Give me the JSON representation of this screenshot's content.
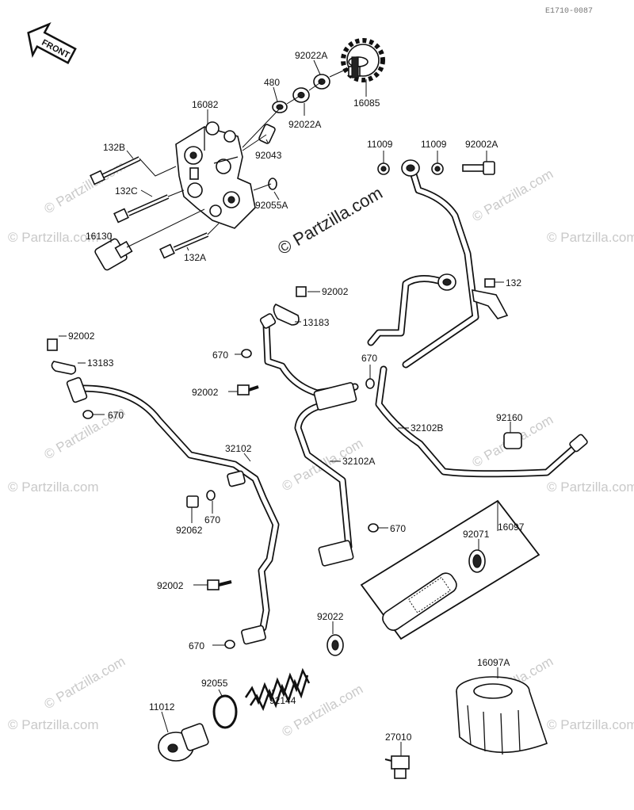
{
  "ref_code": "E1710-0087",
  "front_label": "FRONT",
  "watermarks": {
    "center": "© Partzilla.com",
    "tile": "© Partzilla.com"
  },
  "labels": {
    "p92022A_top": "92022A",
    "p480": "480",
    "p16082": "16082",
    "p16085": "16085",
    "p92022A_bot": "92022A",
    "p132B": "132B",
    "p92043": "92043",
    "p132C": "132C",
    "p92055A": "92055A",
    "p16130": "16130",
    "p132A": "132A",
    "p11009a": "11009",
    "p11009b": "11009",
    "p92002A": "92002A",
    "p132": "132",
    "p92002_mid": "92002",
    "p13183_mid": "13183",
    "p670_a": "670",
    "p670_b": "670",
    "p92002_c": "92002",
    "p92002_left": "92002",
    "p13183_left": "13183",
    "p670_left": "670",
    "p32102B": "32102B",
    "p92160": "92160",
    "p32102": "32102",
    "p32102A": "32102A",
    "p92062": "92062",
    "p670_c": "670",
    "p670_d": "670",
    "p92071": "92071",
    "p16097": "16097",
    "p92002_low": "92002",
    "p92022": "92022",
    "p670_e": "670",
    "p92055": "92055",
    "p92144": "92144",
    "p11012": "11012",
    "p16097A": "16097A",
    "p27010": "27010"
  }
}
